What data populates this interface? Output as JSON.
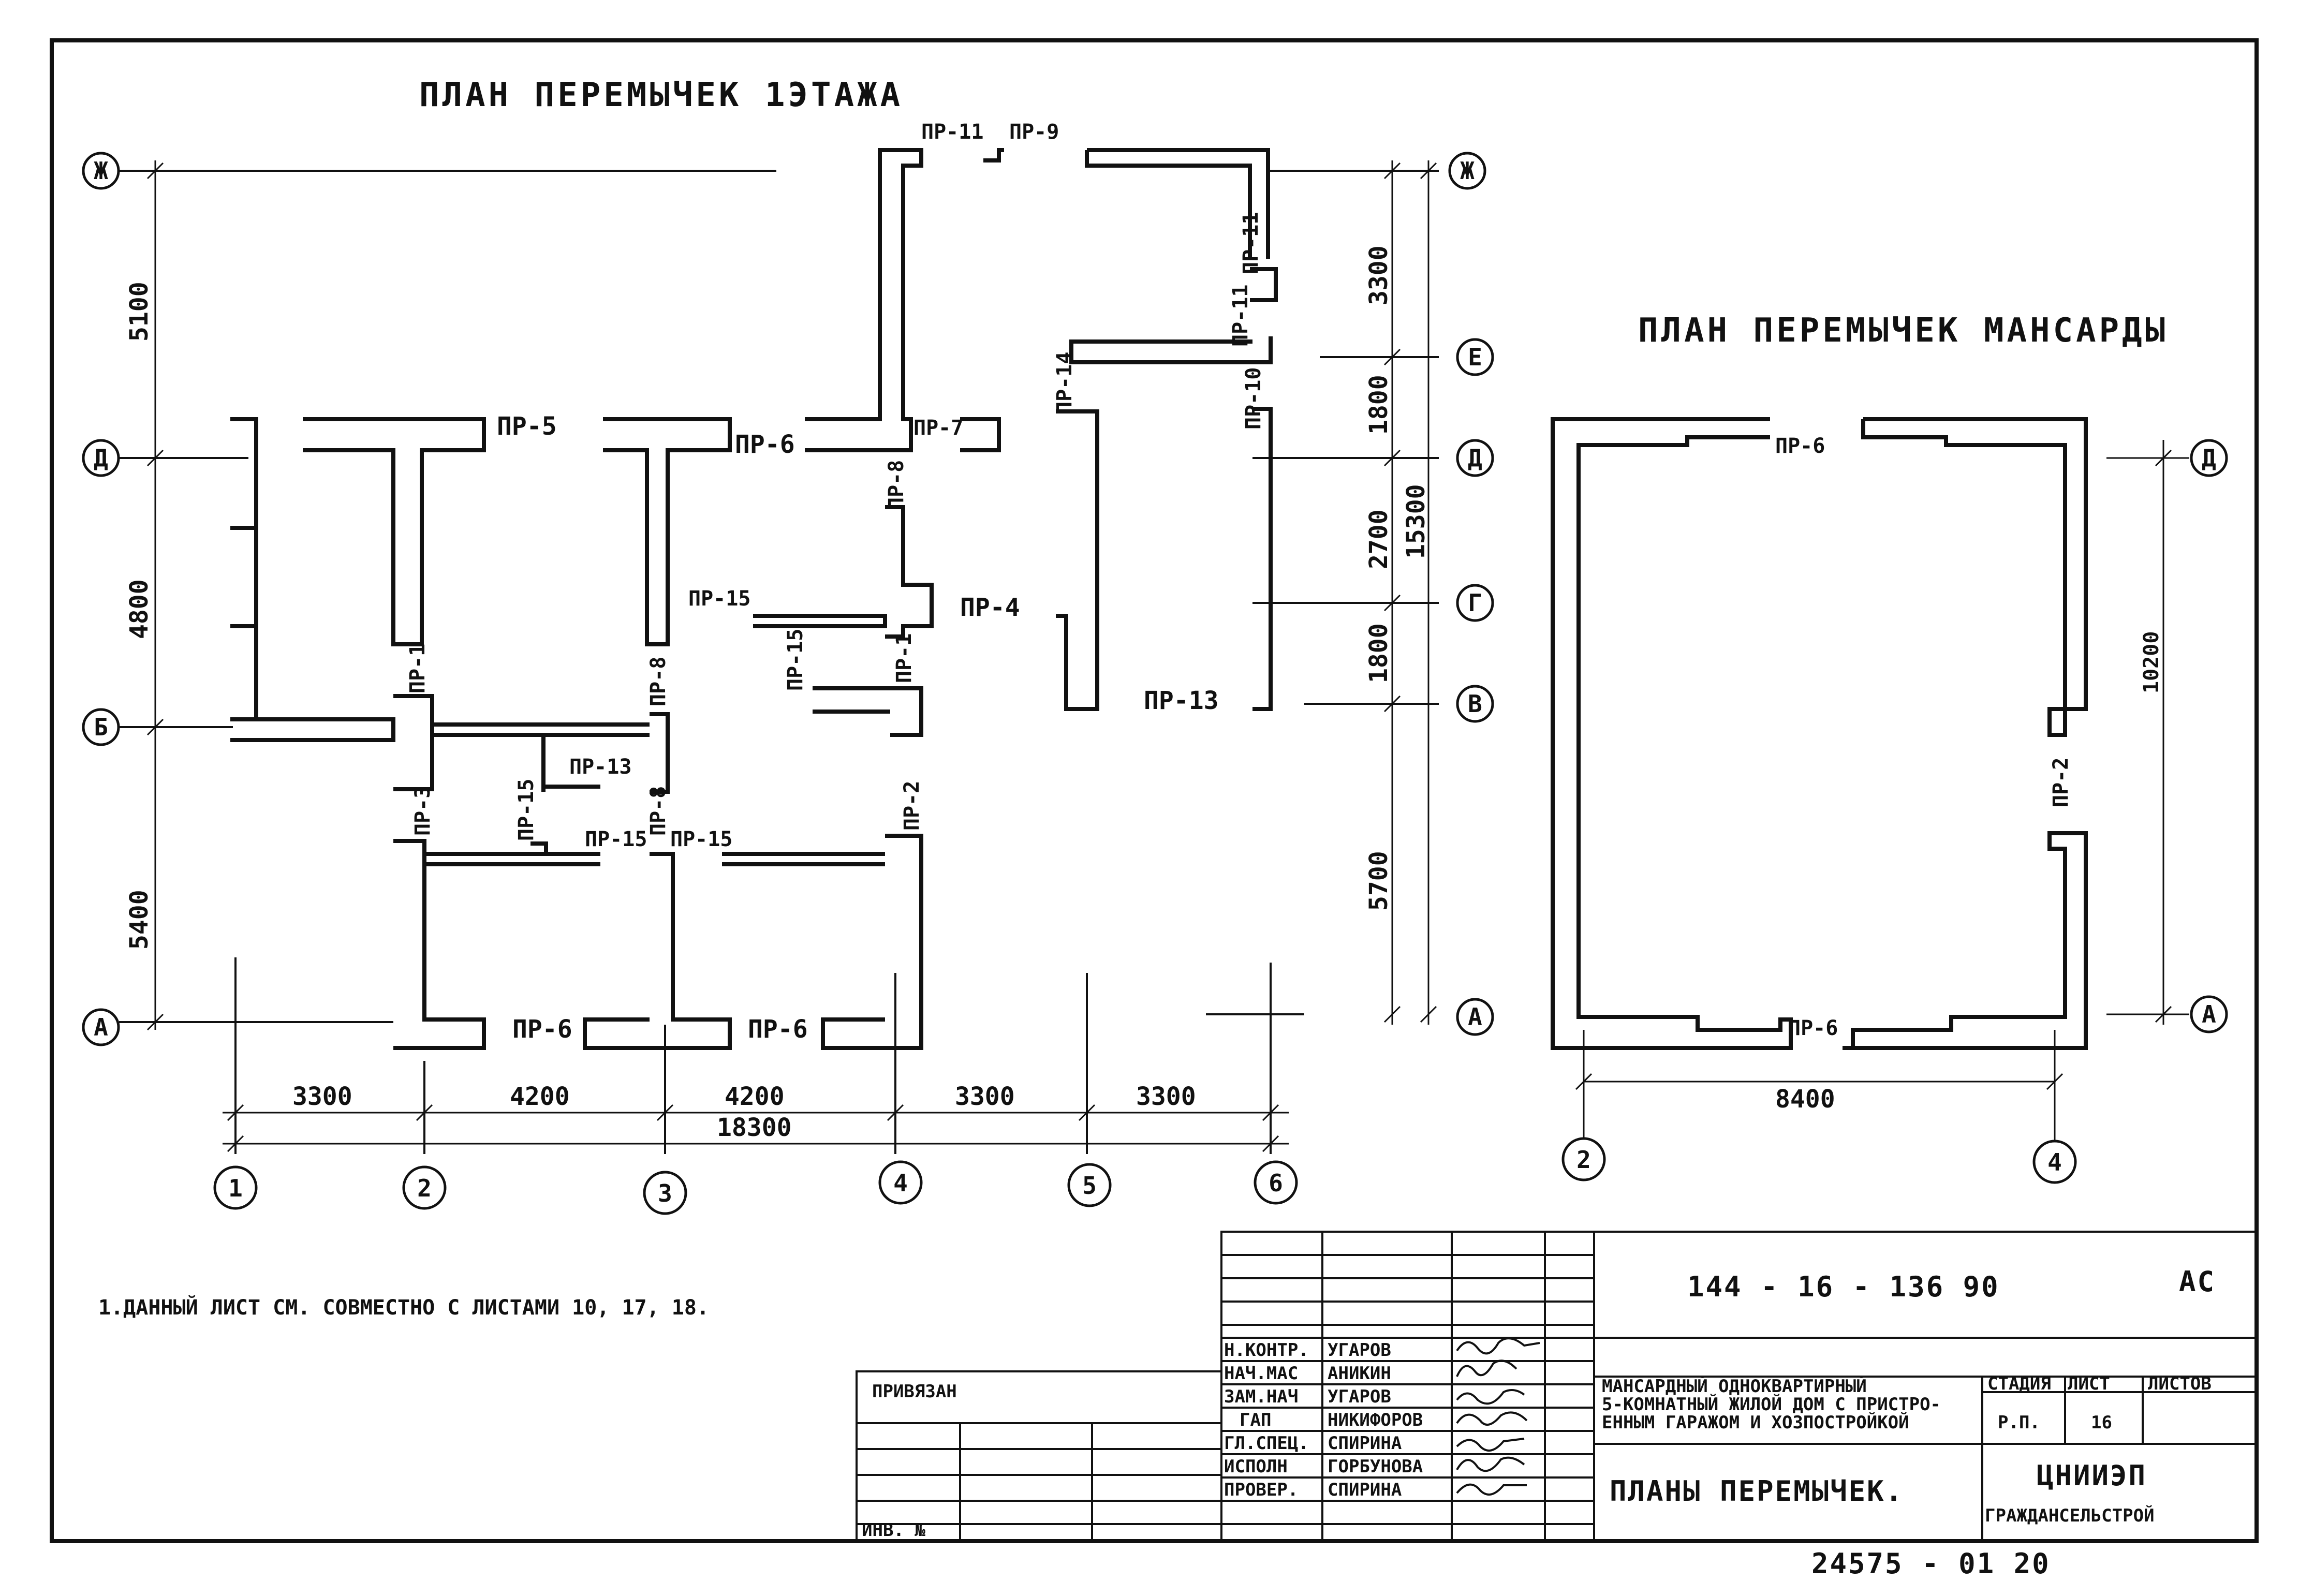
{
  "titles": {
    "floor1": "ПЛАН ПЕРЕМЫЧЕК 1ЭТАЖА",
    "attic": "ПЛАН ПЕРЕМЫЧЕК МАНСАРДЫ"
  },
  "lintels_floor1": {
    "pr11_top": "ПР-11",
    "pr9": "ПР-9",
    "pr11_right_a": "ПР-11",
    "pr11_right_b": "ПР-11",
    "pr10": "ПР-10",
    "pr14": "ПР-14",
    "pr5": "ПР-5",
    "pr6_top": "ПР-6",
    "pr7": "ПР-7",
    "pr8_top": "ПР-8",
    "pr15_a": "ПР-15",
    "pr4": "ПР-4",
    "pr15_b": "ПР-15",
    "pr1_right": "ПР-1",
    "pr13": "ПР-13",
    "pr1_left": "ПР-1",
    "pr8_mid": "ПР-8",
    "pr13_b": "ПР-13",
    "pr3": "ПР-3",
    "pr15_c": "ПР-15",
    "pr8_low": "ПР-8",
    "pr15_d": "ПР-15",
    "pr15_e": "ПР-15",
    "pr2": "ПР-2",
    "pr6_bl": "ПР-6",
    "pr6_br": "ПР-6"
  },
  "lintels_attic": {
    "pr6_top": "ПР-6",
    "pr2": "ПР-2",
    "pr6_bottom": "ПР-6"
  },
  "axes": {
    "zh": "Ж",
    "d": "Д",
    "b": "Б",
    "a": "А",
    "e": "Е",
    "g": "Г",
    "v": "В",
    "n1": "1",
    "n2": "2",
    "n3": "3",
    "n4": "4",
    "n5": "5",
    "n6": "6"
  },
  "dims_floor1": {
    "v5100": "5100",
    "v4800": "4800",
    "v5400": "5400",
    "h3300a": "3300",
    "h4200a": "4200",
    "h4200b": "4200",
    "h3300b": "3300",
    "h3300c": "3300",
    "total": "18300",
    "r3300": "3300",
    "r1800a": "1800",
    "r2700": "2700",
    "r1800b": "1800",
    "r5700": "5700",
    "r15300": "15300"
  },
  "dims_attic": {
    "width": "8400",
    "height": "10200"
  },
  "note": "1.ДАННЫЙ ЛИСТ СМ. СОВМЕСТНО С ЛИСТАМИ 10, 17, 18.",
  "stamp": {
    "doc_code": "144 - 16 - 136 90",
    "mark": "АС",
    "privyazan": "ПРИВЯЗАН",
    "inv": "ИНВ. №",
    "roles": [
      {
        "role": "Н.КОНТР.",
        "name": "УГАРОВ"
      },
      {
        "role": "НАЧ.МАС",
        "name": "АНИКИН"
      },
      {
        "role": "ЗАМ.НАЧ",
        "name": "УГАРОВ"
      },
      {
        "role": "ГАП",
        "name": "НИКИФОРОВ"
      },
      {
        "role": "ГЛ.СПЕЦ.",
        "name": "СПИРИНА"
      },
      {
        "role": "ИСПОЛН",
        "name": "ГОРБУНОВА"
      },
      {
        "role": "ПРОВЕР.",
        "name": "СПИРИНА"
      }
    ],
    "project_line1": "МАНСАРДНЫЙ ОДНОКВАРТИРНЫЙ",
    "project_line2": "5-КОМНАТНЫЙ ЖИЛОЙ ДОМ С ПРИСТРО-",
    "project_line3": "ЕННЫМ ГАРАЖОМ И ХОЗПОСТРОЙКОЙ",
    "sheet_title": "ПЛАНЫ ПЕРЕМЫЧЕК.",
    "stage_h": "СТАДИЯ",
    "sheet_h": "ЛИСТ",
    "sheets_h": "ЛИСТОВ",
    "stage": "Р.П.",
    "sheet": "16",
    "org1": "ЦНИИЭП",
    "org2": "ГРАЖДАНСЕЛЬСТРОЙ"
  },
  "footer_number": "24575 - 01   20"
}
